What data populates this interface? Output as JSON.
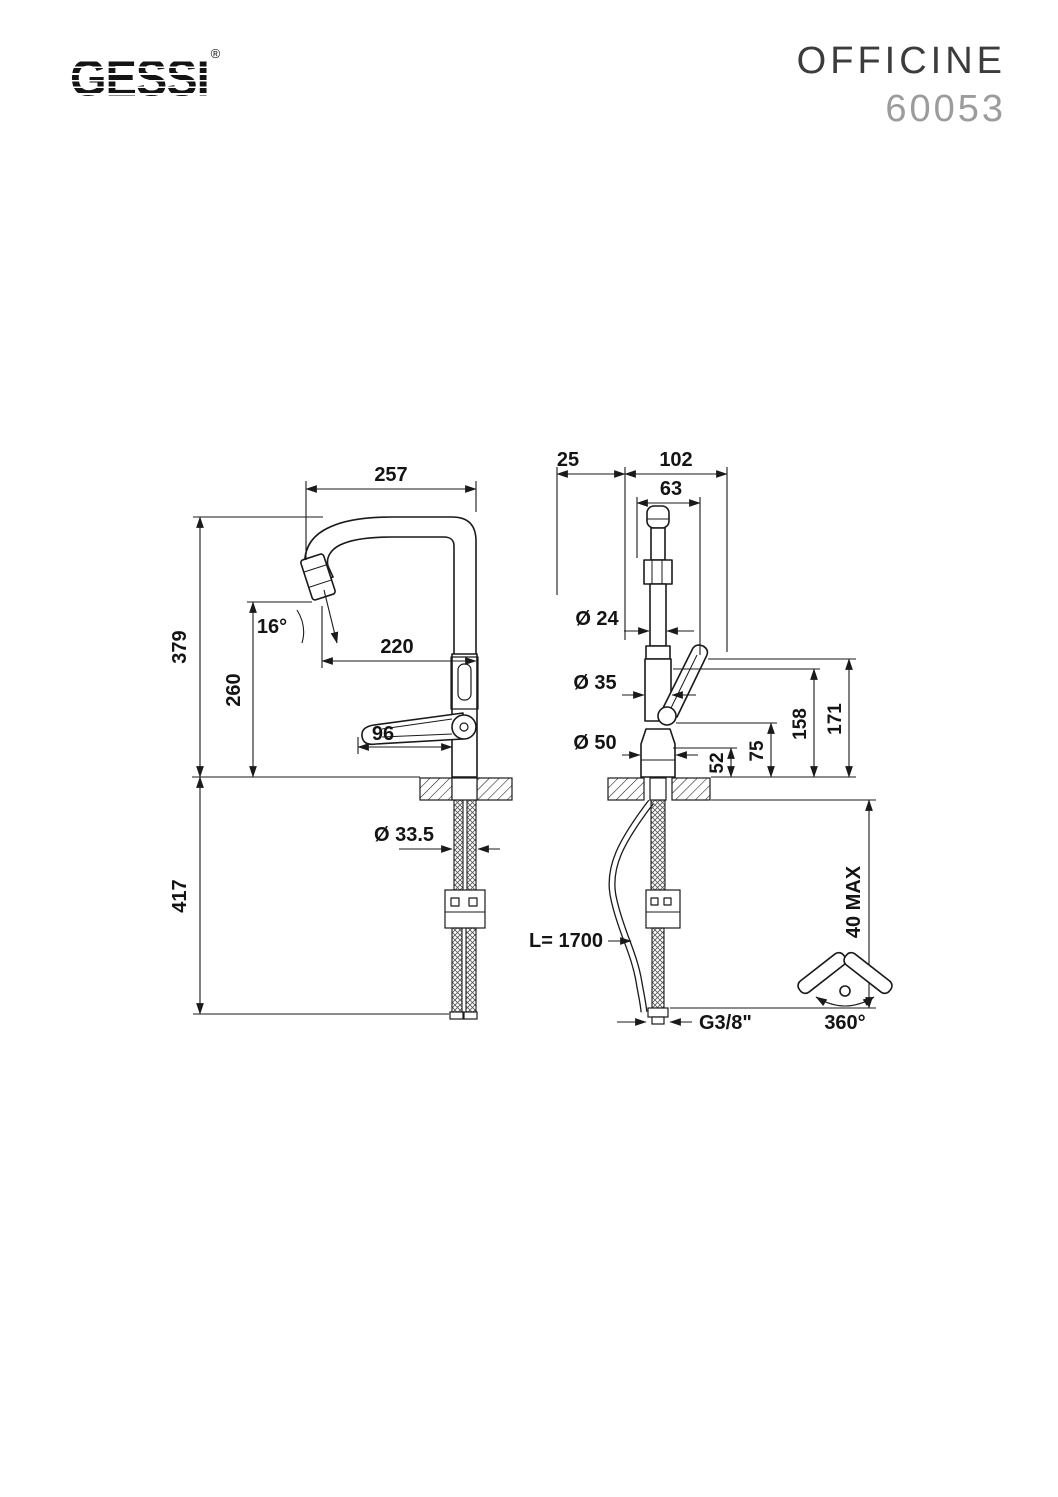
{
  "colors": {
    "ink": "#1a1a1a",
    "collection_gray": "#3c3c3c",
    "model_gray": "#9c9c9c",
    "background": "#ffffff"
  },
  "header": {
    "logo_text": "GESSI",
    "registered_mark": "®",
    "collection": "OFFICINE",
    "model_number": "60053"
  },
  "side_view": {
    "dim_spout_reach": "257",
    "dim_height_above_deck": "379",
    "dim_outlet_height": "260",
    "dim_spray_angle": "16°",
    "dim_outlet_reach": "220",
    "dim_handle_length": "96",
    "dim_under_counter": "417",
    "dim_hole_diameter": "Ø 33.5"
  },
  "front_view": {
    "dim_offset_25": "25",
    "dim_width_102": "102",
    "dim_handle_offset_63": "63",
    "dim_dia_24": "Ø 24",
    "dim_dia_35": "Ø 35",
    "dim_dia_50": "Ø 50",
    "dim_height_52": "52",
    "dim_height_75": "75",
    "dim_height_158": "158",
    "dim_height_171": "171",
    "dim_max_counter_thickness": "40 MAX",
    "hose_length": "L= 1700",
    "connection_thread": "G3/8\"",
    "rotation_angle": "360°"
  }
}
